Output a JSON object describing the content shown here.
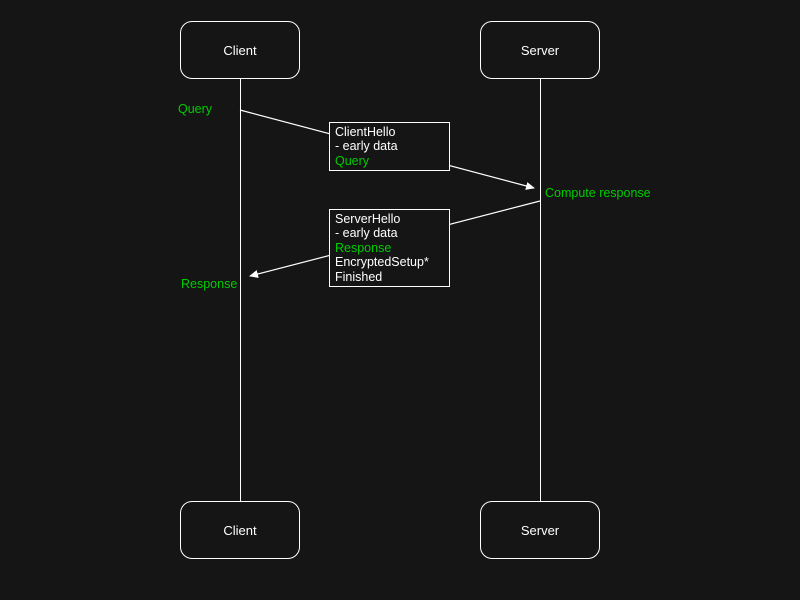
{
  "colors": {
    "background": "#151515",
    "stroke": "#ffffff",
    "text": "#ffffff",
    "accent_green": "#00cc00"
  },
  "actors": {
    "top": [
      {
        "label": "Client"
      },
      {
        "label": "Server"
      }
    ],
    "bottom": [
      {
        "label": "Client"
      },
      {
        "label": "Server"
      }
    ]
  },
  "annotations": {
    "query": "Query",
    "compute_response": "Compute response",
    "response": "Response"
  },
  "notes": {
    "request": {
      "lines": [
        "ClientHello",
        "- early data",
        "Query"
      ]
    },
    "response": {
      "lines": [
        "ServerHello",
        "- early data",
        "Response",
        "EncryptedSetup*",
        "Finished"
      ]
    }
  }
}
